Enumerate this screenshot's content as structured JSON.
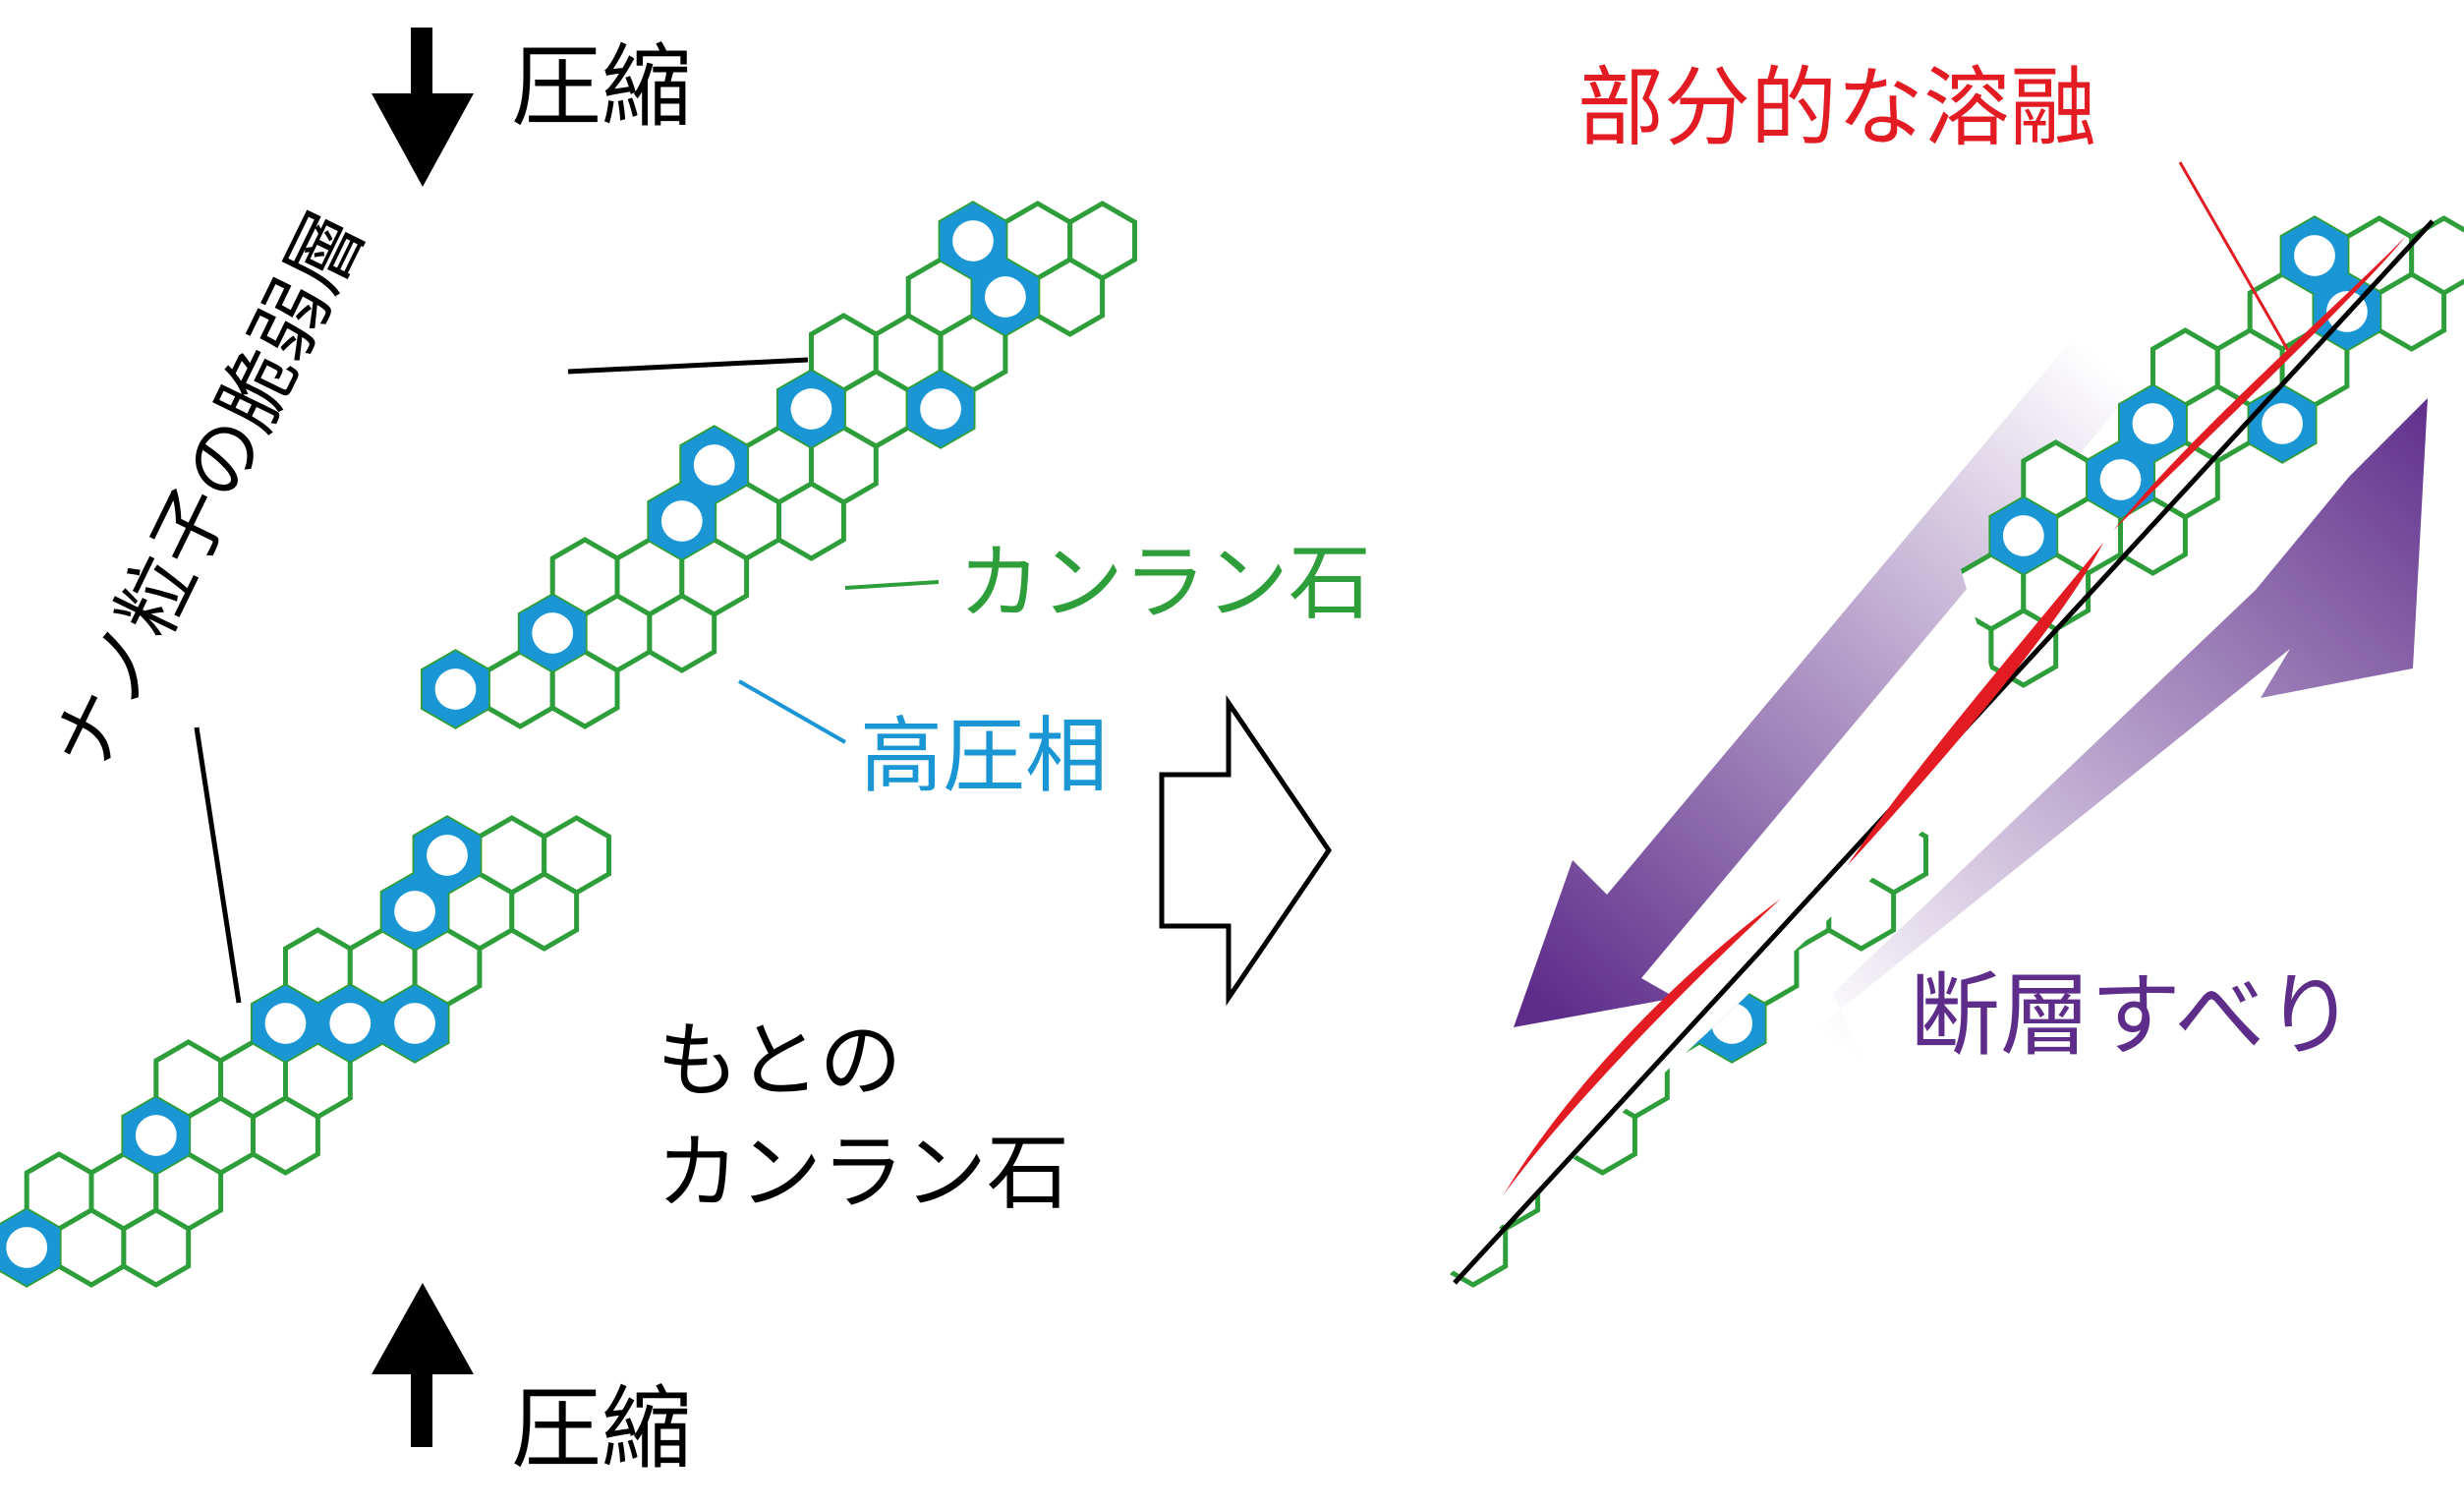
{
  "labels": {
    "compression_top": "圧縮",
    "compression_bottom": "圧縮",
    "weak_layer": "ナノ粒子の脆弱層",
    "olivine": "カンラン石",
    "high_pressure_phase": "高圧相",
    "original_line1": "もとの",
    "original_line2": "カンラン石",
    "partial_melting": "部分的な溶融",
    "fault_slip": "断層すべり"
  },
  "colors": {
    "olivine": "#2e9e3a",
    "high_pressure_phase": "#1a96d4",
    "melt": "#e31b23",
    "fault_slip": "#5e2d8a",
    "ink": "#000000"
  }
}
